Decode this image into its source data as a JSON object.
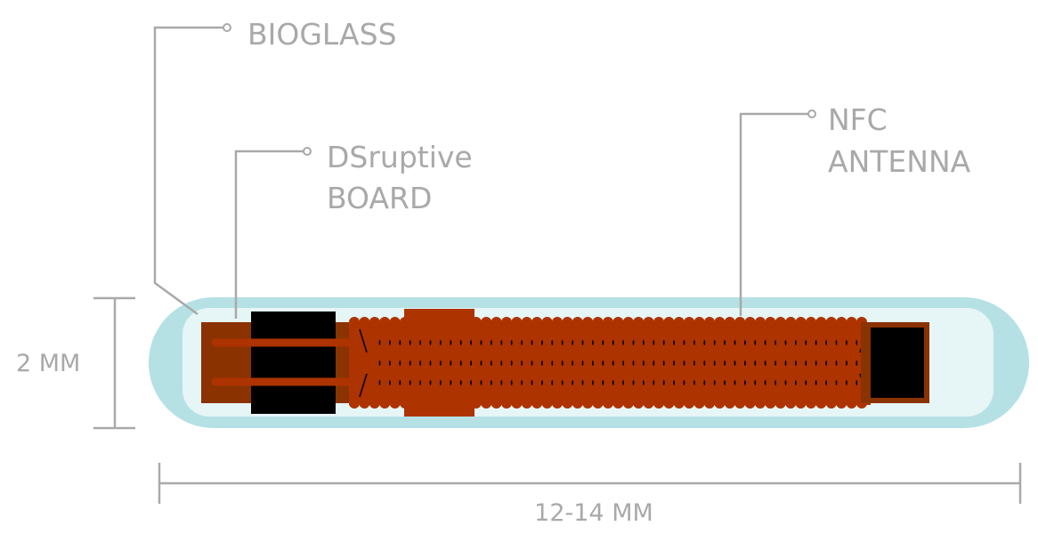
{
  "labels": {
    "bioglass": "BIOGLASS",
    "board_line1": "DSruptive",
    "board_line2": "BOARD",
    "antenna_line1": "NFC",
    "antenna_line2": "ANTENNA"
  },
  "dimensions": {
    "height": "2 MM",
    "length": "12-14 MM"
  },
  "colors": {
    "glass_outer": "#b5e1e5",
    "glass_inner": "#e6f5f6",
    "board": "#8a3300",
    "coil": "#ad3300",
    "chip": "#000000",
    "label": "#a9a9a9"
  }
}
